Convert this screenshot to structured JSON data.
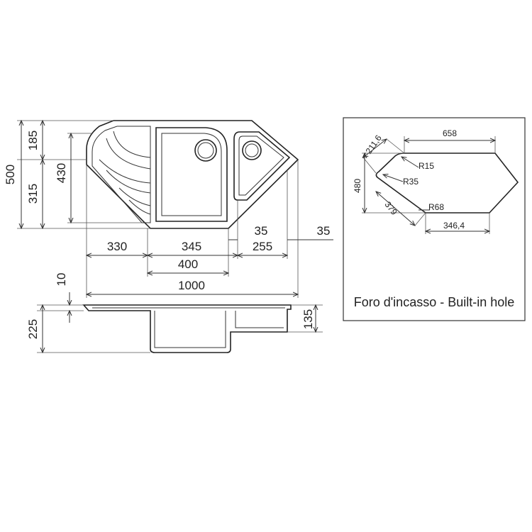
{
  "plan": {
    "dim_185": "185",
    "dim_500": "500",
    "dim_315": "315",
    "dim_430": "430",
    "dim_330": "330",
    "dim_345": "345",
    "dim_35a": "35",
    "dim_35b": "35",
    "dim_255": "255",
    "dim_400": "400",
    "dim_1000": "1000"
  },
  "section": {
    "dim_10": "10",
    "dim_225": "225",
    "dim_135": "135"
  },
  "cutout": {
    "dim_658": "658",
    "dim_211_6": "211,6",
    "dim_480": "480",
    "dim_379": "379",
    "dim_346_4": "346,4",
    "r15": "R15",
    "r35": "R35",
    "r68": "R68",
    "caption": "Foro d'incasso - Built-in hole"
  }
}
